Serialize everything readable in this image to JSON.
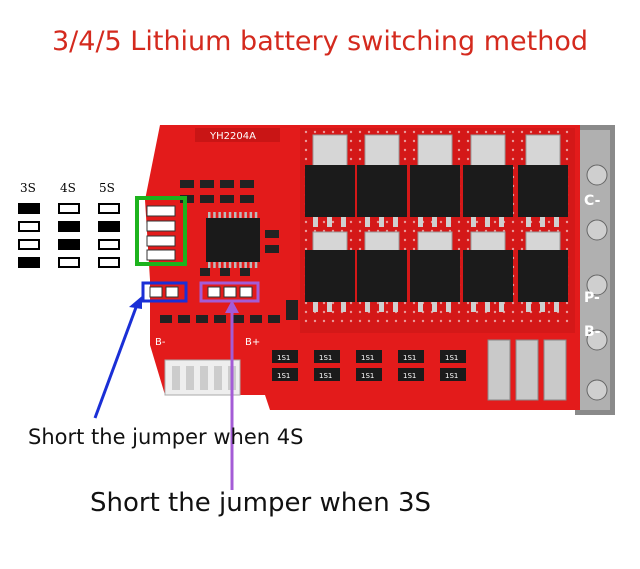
{
  "title": "3/4/5 Lithium battery switching method",
  "legend": {
    "headers": [
      "3S",
      "4S",
      "5S"
    ],
    "columns": [
      {
        "label": "3S",
        "pads": [
          "on",
          "off",
          "off",
          "on"
        ]
      },
      {
        "label": "4S",
        "pads": [
          "off",
          "on",
          "on",
          "off"
        ]
      },
      {
        "label": "5S",
        "pads": [
          "off",
          "on",
          "off",
          "off"
        ]
      }
    ]
  },
  "board": {
    "model_label": "YH2204A",
    "terminals": {
      "c_minus": "C-",
      "p_minus": "P-",
      "b_minus": "B-"
    },
    "wire_labels": {
      "b_minus": "B-",
      "b_plus": "B+"
    },
    "resistor_code": "1S1"
  },
  "annotations": {
    "jumper_4s": "Short the jumper when 4S",
    "jumper_3s": "Short the jumper when 3S"
  },
  "colors": {
    "title": "#d42a1e",
    "pcb": "#e31b1b",
    "highlight_green": "#1db31d",
    "highlight_blue": "#1a2fd6",
    "highlight_purple": "#a45cd6",
    "arrow_blue": "#1a2fd6",
    "arrow_purple": "#a45cd6"
  }
}
